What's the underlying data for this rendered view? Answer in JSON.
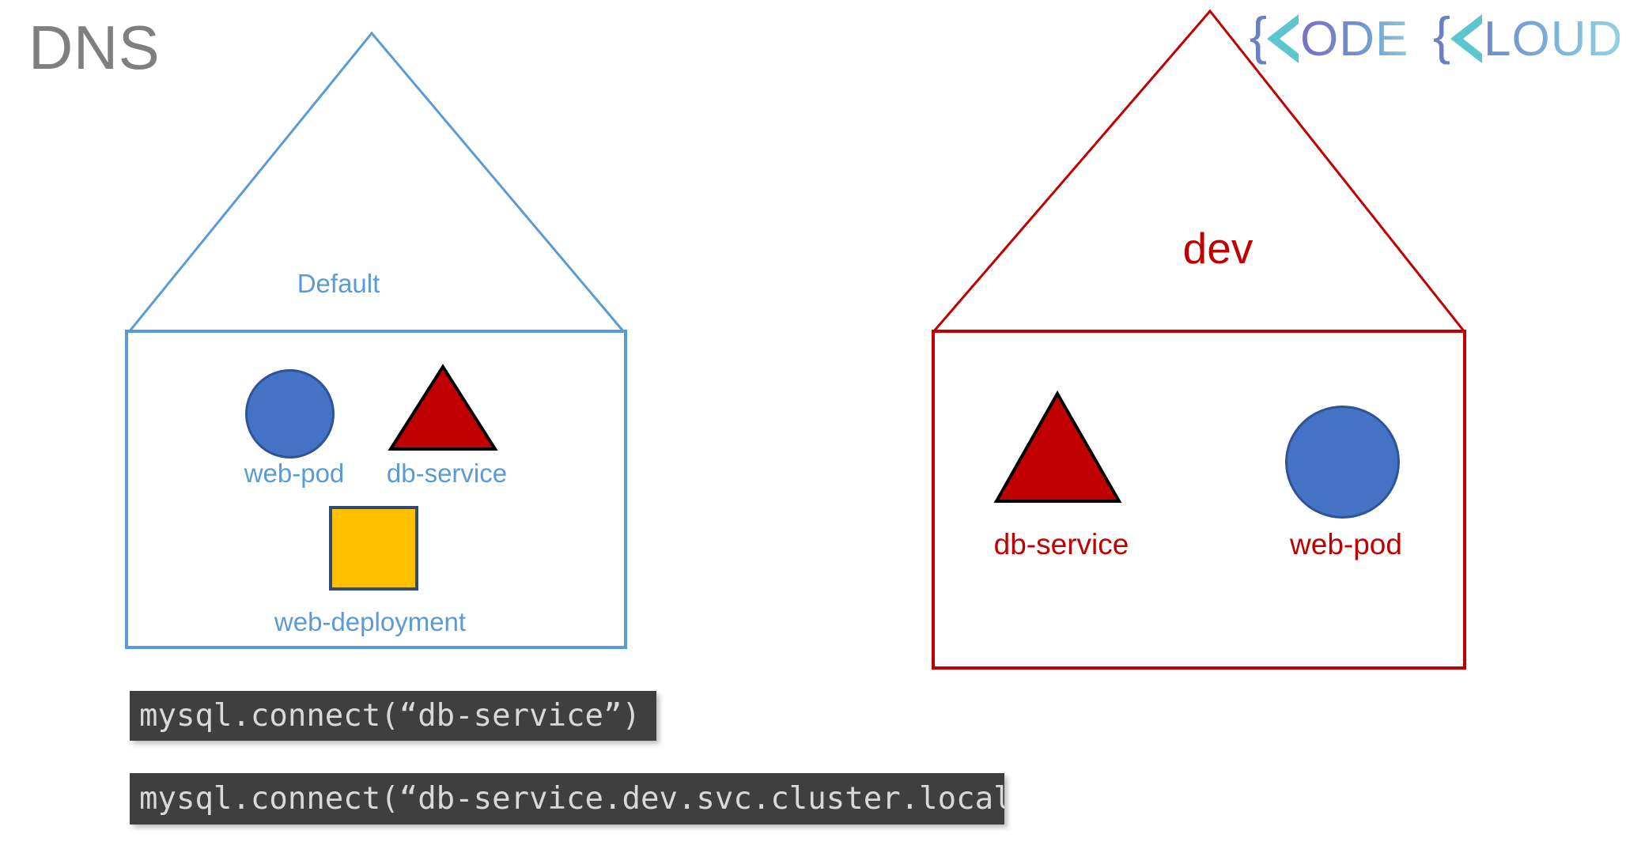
{
  "slide": {
    "title": "DNS",
    "title_color": "#7F7F7F",
    "background": "#ffffff"
  },
  "brand": {
    "name": "KodeKloud",
    "brace_glyph": "{",
    "k_glyph": "K",
    "word_one": "ODE",
    "word_two": "LOUD",
    "colors": {
      "brace": "#6B7FC2",
      "chevron": "#5BC6CE",
      "text_start": "#7B6FC6",
      "text_end": "#7FC9DC"
    }
  },
  "namespaces": [
    {
      "id": "default",
      "roof_label": "Default",
      "accent": "#5B9BD5",
      "shapes": [
        {
          "kind": "circle",
          "icon": "pod-circle-icon",
          "label": "web-pod",
          "fill": "#4472C4",
          "stroke": "#2E5496"
        },
        {
          "kind": "triangle",
          "icon": "service-triangle-icon",
          "label": "db-service",
          "fill": "#C00000",
          "stroke": "#000000"
        },
        {
          "kind": "square",
          "icon": "deployment-square-icon",
          "label": "web-deployment",
          "fill": "#FFC000",
          "stroke": "#2E4A79"
        }
      ]
    },
    {
      "id": "dev",
      "roof_label": "dev",
      "accent": "#C00000",
      "shapes": [
        {
          "kind": "triangle",
          "icon": "service-triangle-icon",
          "label": "db-service",
          "fill": "#C00000",
          "stroke": "#000000"
        },
        {
          "kind": "circle",
          "icon": "pod-circle-icon",
          "label": "web-pod",
          "fill": "#4472C4",
          "stroke": "#2E5496"
        }
      ]
    }
  ],
  "code_callouts": [
    {
      "id": "short-name",
      "text": "mysql.connect(“db-service”)"
    },
    {
      "id": "fqdn-name",
      "text": "mysql.connect(“db-service.dev.svc.cluster.local”)"
    }
  ],
  "colors": {
    "code_bg": "#3F3F3F",
    "code_fg": "#D9D9D9",
    "blue_accent": "#5B9BD5",
    "red_accent": "#C00000"
  }
}
